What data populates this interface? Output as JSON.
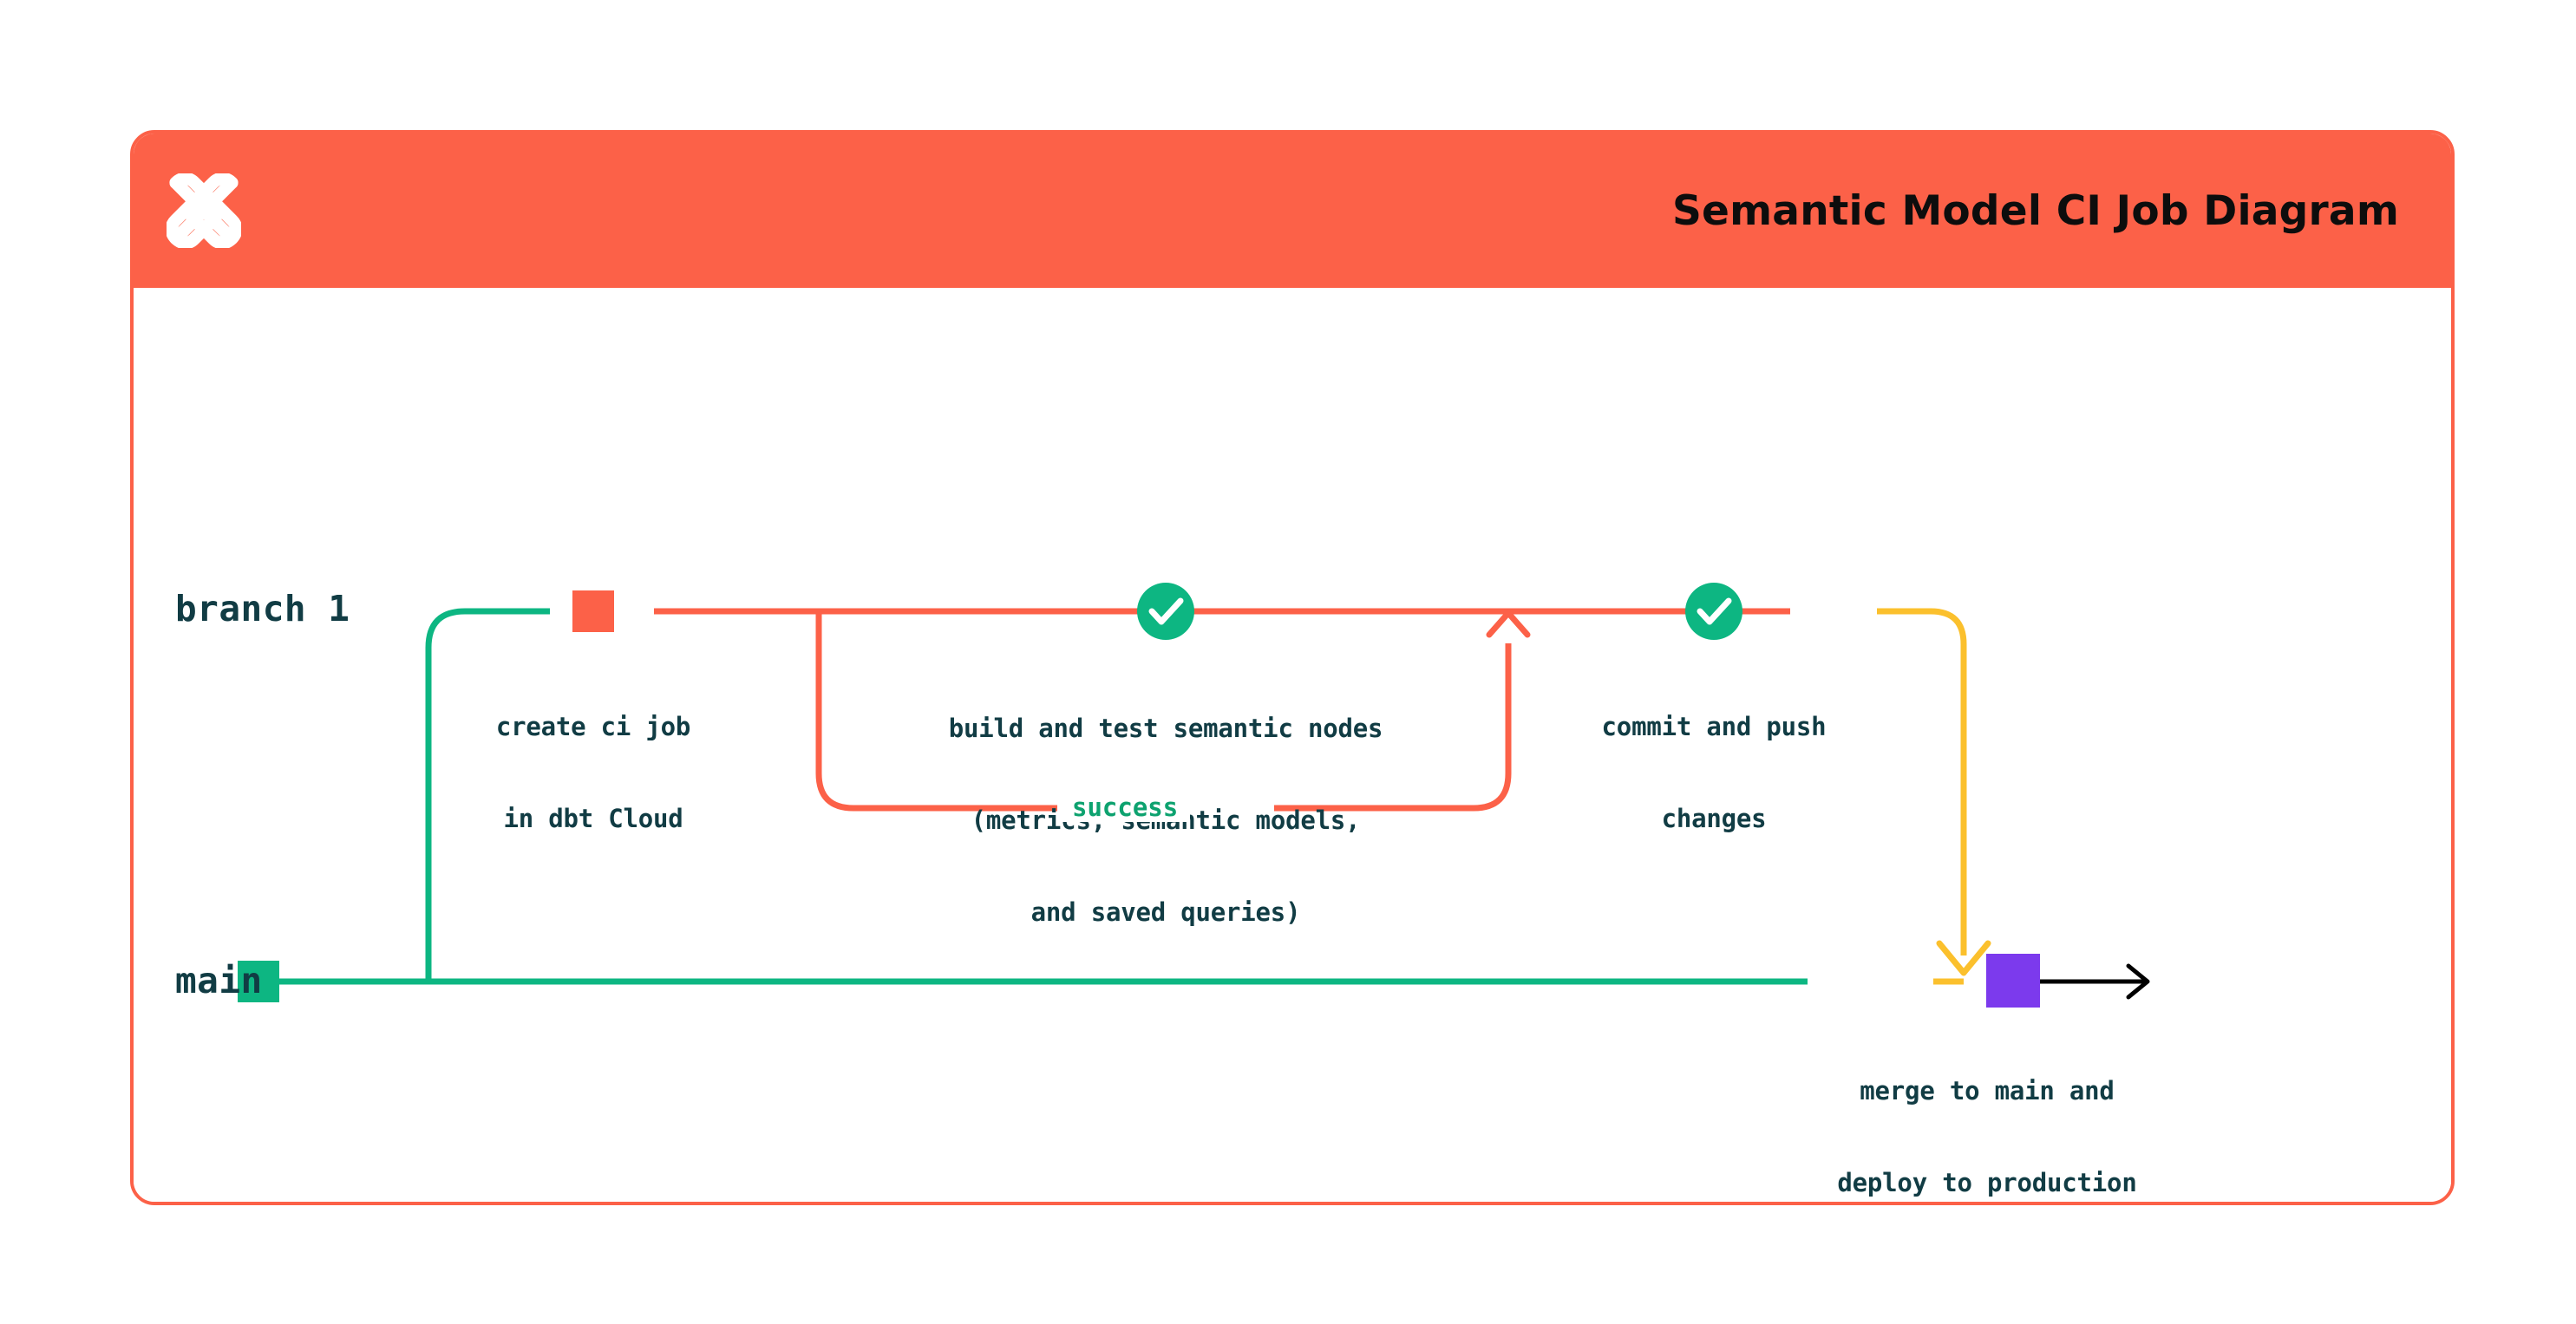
{
  "card": {
    "title": "Semantic Model CI Job Diagram",
    "logo_icon": "dbt-logo-icon",
    "header_color": "#FC6148",
    "border_color": "#FC6148",
    "background_color": "#FFFFFF"
  },
  "colors": {
    "orange": "#FC6148",
    "green": "#0DB682",
    "teal_text": "#113C44",
    "yellow": "#FBC02D",
    "purple": "#7C3AED",
    "black": "#000000",
    "success_green": "#0DA26F"
  },
  "branches": [
    {
      "name": "branch-1",
      "label": "branch 1",
      "line_color": "#FC6148"
    },
    {
      "name": "main",
      "label": "main",
      "line_color": "#0DB682"
    }
  ],
  "nodes": [
    {
      "id": "create-ci-job",
      "marker": "square",
      "marker_color": "#FC6148",
      "lines": [
        "create ci job",
        "in dbt Cloud"
      ]
    },
    {
      "id": "build-and-test",
      "marker": "check-circle",
      "marker_color": "#0DB682",
      "lines": [
        "build and test semantic nodes",
        "(metrics, semantic models,",
        "and saved queries)"
      ]
    },
    {
      "id": "commit-and-push",
      "marker": "check-circle",
      "marker_color": "#0DB682",
      "lines": [
        "commit and push",
        "changes"
      ]
    },
    {
      "id": "merge-to-main",
      "marker": "square",
      "marker_color": "#7C3AED",
      "lines": [
        "merge to main and",
        "deploy to production"
      ]
    }
  ],
  "edge_labels": [
    {
      "id": "success",
      "text": "success",
      "color": "#0DA26F"
    }
  ],
  "chart_data": {
    "type": "diagram",
    "title": "Semantic Model CI Job Diagram",
    "lanes": [
      "branch 1",
      "main"
    ],
    "flow": [
      "main branches into branch 1",
      "create ci job in dbt Cloud",
      "build and test semantic nodes (metrics, semantic models, and saved queries)",
      "loop back on success",
      "commit and push changes",
      "merge to main and deploy to production"
    ]
  }
}
